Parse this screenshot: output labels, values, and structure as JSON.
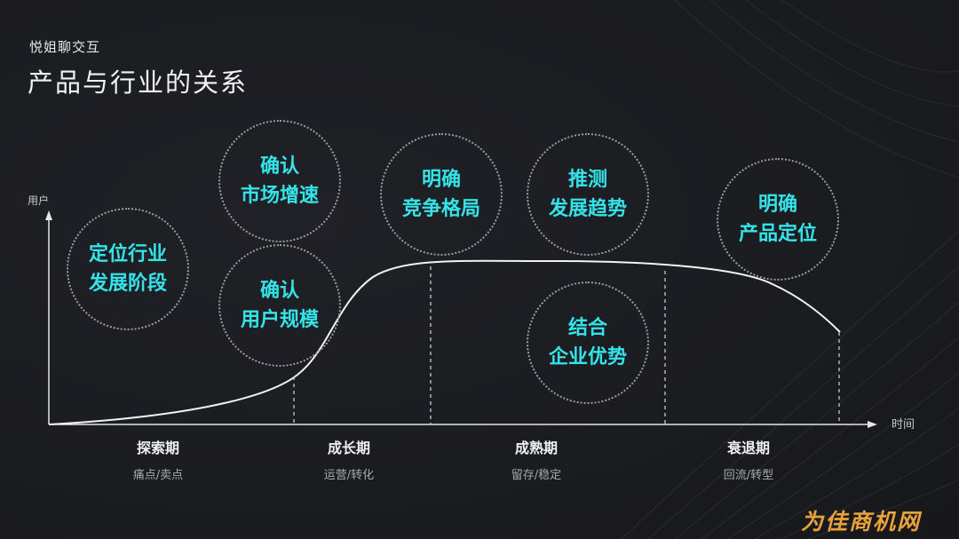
{
  "header": {
    "brand": "悦姐聊交互",
    "title": "产品与行业的关系"
  },
  "axes": {
    "y_label": "用户",
    "x_label": "时间"
  },
  "bubbles": [
    {
      "line1": "定位行业",
      "line2": "发展阶段"
    },
    {
      "line1": "确认",
      "line2": "市场增速"
    },
    {
      "line1": "确认",
      "line2": "用户规模"
    },
    {
      "line1": "明确",
      "line2": "竞争格局"
    },
    {
      "line1": "推测",
      "line2": "发展趋势"
    },
    {
      "line1": "结合",
      "line2": "企业优势"
    },
    {
      "line1": "明确",
      "line2": "产品定位"
    }
  ],
  "stages": [
    {
      "name": "探索期",
      "desc": "痛点/卖点"
    },
    {
      "name": "成长期",
      "desc": "运营/转化"
    },
    {
      "name": "成熟期",
      "desc": "留存/稳定"
    },
    {
      "name": "衰退期",
      "desc": "回流/转型"
    }
  ],
  "watermark": "为佳商机网",
  "colors": {
    "accent": "#34e3e8",
    "background": "#1b1c20",
    "watermark": "#e9a23b"
  }
}
